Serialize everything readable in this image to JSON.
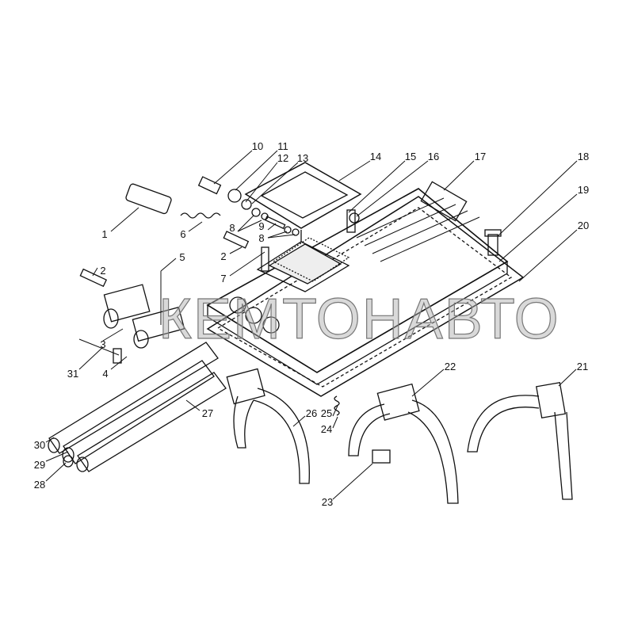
{
  "diagram": {
    "type": "exploded-parts-diagram",
    "watermark": "КЕМТОНАВТО",
    "callouts": [
      "10",
      "11",
      "12",
      "13",
      "14",
      "15",
      "16",
      "17",
      "18",
      "19",
      "20",
      "1",
      "6",
      "8",
      "9",
      "8",
      "2",
      "7",
      "2",
      "5",
      "3",
      "31",
      "4",
      "27",
      "30",
      "29",
      "28",
      "26",
      "25",
      "24",
      "22",
      "21",
      "23"
    ]
  }
}
